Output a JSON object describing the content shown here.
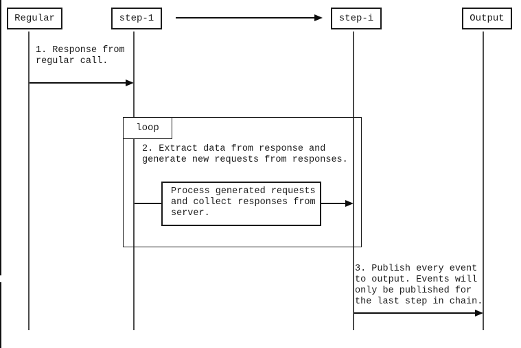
{
  "page": {
    "background_color": "#ffffff",
    "line_color": "#1a1a1a"
  },
  "participants": [
    {
      "label": "Regular"
    },
    {
      "label": "step-1"
    },
    {
      "label": "step-i"
    },
    {
      "label": "Output"
    }
  ],
  "loop": {
    "label": "loop"
  },
  "notes": {
    "msg1": "1. Response from\nregular call.",
    "msg2": "2. Extract data from response and\ngenerate new requests from responses.",
    "process": "Process generated requests\nand collect responses from\nserver.",
    "msg3": "3. Publish every event\nto output. Events will\nonly be published for\nthe last step in chain."
  }
}
